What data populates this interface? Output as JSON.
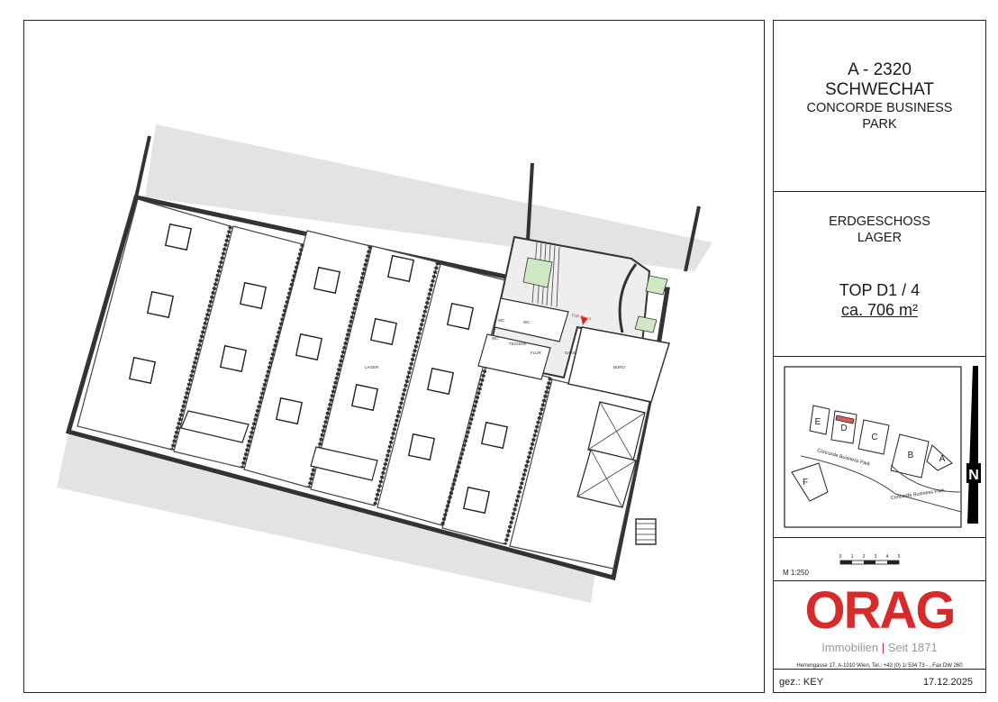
{
  "project": {
    "location_line1": "A - 2320",
    "location_line2": "SCHWECHAT",
    "location_line3": "CONCORDE BUSINESS",
    "location_line4": "PARK"
  },
  "floor": {
    "level": "ERDGESCHOSS",
    "use": "LAGER"
  },
  "unit": {
    "top": "TOP D1 / 4",
    "area": "ca. 706 m²"
  },
  "site_map": {
    "buildings": [
      "E",
      "D",
      "C",
      "B",
      "A",
      "F"
    ],
    "road_label_1": "Concorde Business Park",
    "road_label_2": "Concorde Business Park",
    "north_label": "N",
    "highlight_color": "#e05a5a"
  },
  "scale": {
    "label": "M 1:250",
    "ticks": [
      "0",
      "1",
      "2",
      "3",
      "4",
      "5"
    ]
  },
  "company": {
    "logo_text": "ORAG",
    "tagline_left": "Immobilien",
    "tagline_right": "Seit 1871",
    "address": "Herrengasse 17, A-1010 Wien, Tel.: +43 (0) 1/ 534 73 - , Fax DW 260",
    "brand_color": "#d52b2b"
  },
  "footer": {
    "drawn_by": "gez.: KEY",
    "date": "17.12.2025"
  },
  "plan": {
    "room_labels": [
      "LAGER",
      "WC",
      "WC",
      "WC",
      "FLUR",
      "GANG",
      "BÜRO",
      "TOP D1 / 4",
      "TECHNIK"
    ]
  }
}
